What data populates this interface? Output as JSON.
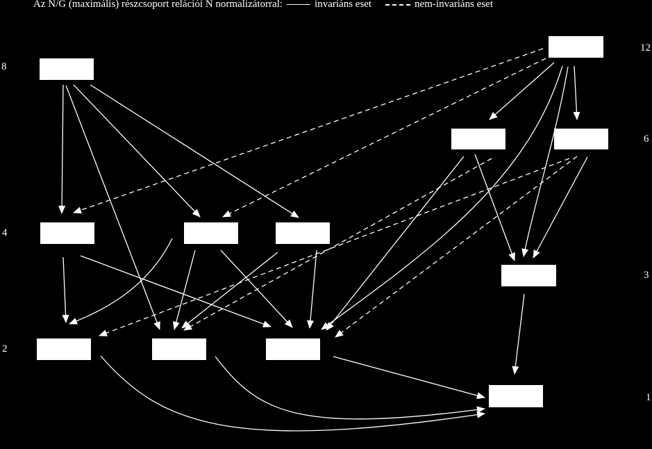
{
  "header": {
    "title": "Az N/G (maximális) részcsoport relációi N normalizátorral:",
    "legend_solid": "invariáns eset",
    "legend_dashed": "nem-invariáns eset"
  },
  "levels": [
    "8",
    "12",
    "6",
    "4",
    "3",
    "2",
    "1"
  ],
  "nodes": [
    {
      "id": "n8"
    },
    {
      "id": "n12"
    },
    {
      "id": "n6a"
    },
    {
      "id": "n6b"
    },
    {
      "id": "n4a"
    },
    {
      "id": "n4b"
    },
    {
      "id": "n4c"
    },
    {
      "id": "n3"
    },
    {
      "id": "n2a"
    },
    {
      "id": "n2b"
    },
    {
      "id": "n2c"
    },
    {
      "id": "n1"
    }
  ],
  "edges": [
    {
      "from": "n8",
      "to": "n4a",
      "style": "solid"
    },
    {
      "from": "n8",
      "to": "n4b",
      "style": "solid"
    },
    {
      "from": "n8",
      "to": "n4c",
      "style": "solid"
    },
    {
      "from": "n8",
      "to": "n2b",
      "style": "solid"
    },
    {
      "from": "n12",
      "to": "n4a",
      "style": "dashed"
    },
    {
      "from": "n12",
      "to": "n4b",
      "style": "dashed"
    },
    {
      "from": "n12",
      "to": "n6a",
      "style": "solid"
    },
    {
      "from": "n12",
      "to": "n6b",
      "style": "solid"
    },
    {
      "from": "n12",
      "to": "n3",
      "style": "solid"
    },
    {
      "from": "n12",
      "to": "n2c",
      "style": "solid"
    },
    {
      "from": "n6a",
      "to": "n3",
      "style": "solid"
    },
    {
      "from": "n6a",
      "to": "n2c",
      "style": "solid"
    },
    {
      "from": "n6a",
      "to": "n2b",
      "style": "dashed"
    },
    {
      "from": "n6b",
      "to": "n3",
      "style": "solid"
    },
    {
      "from": "n6b",
      "to": "n2c",
      "style": "dashed"
    },
    {
      "from": "n6b",
      "to": "n2a",
      "style": "dashed"
    },
    {
      "from": "n4a",
      "to": "n2a",
      "style": "solid"
    },
    {
      "from": "n4a",
      "to": "n2c",
      "style": "solid"
    },
    {
      "from": "n4b",
      "to": "n2a",
      "style": "solid"
    },
    {
      "from": "n4b",
      "to": "n2b",
      "style": "solid"
    },
    {
      "from": "n4b",
      "to": "n2c",
      "style": "solid"
    },
    {
      "from": "n4c",
      "to": "n2b",
      "style": "solid"
    },
    {
      "from": "n4c",
      "to": "n2c",
      "style": "solid"
    },
    {
      "from": "n3",
      "to": "n1",
      "style": "solid"
    },
    {
      "from": "n2a",
      "to": "n1",
      "style": "solid"
    },
    {
      "from": "n2b",
      "to": "n1",
      "style": "solid"
    },
    {
      "from": "n2c",
      "to": "n1",
      "style": "solid"
    }
  ]
}
